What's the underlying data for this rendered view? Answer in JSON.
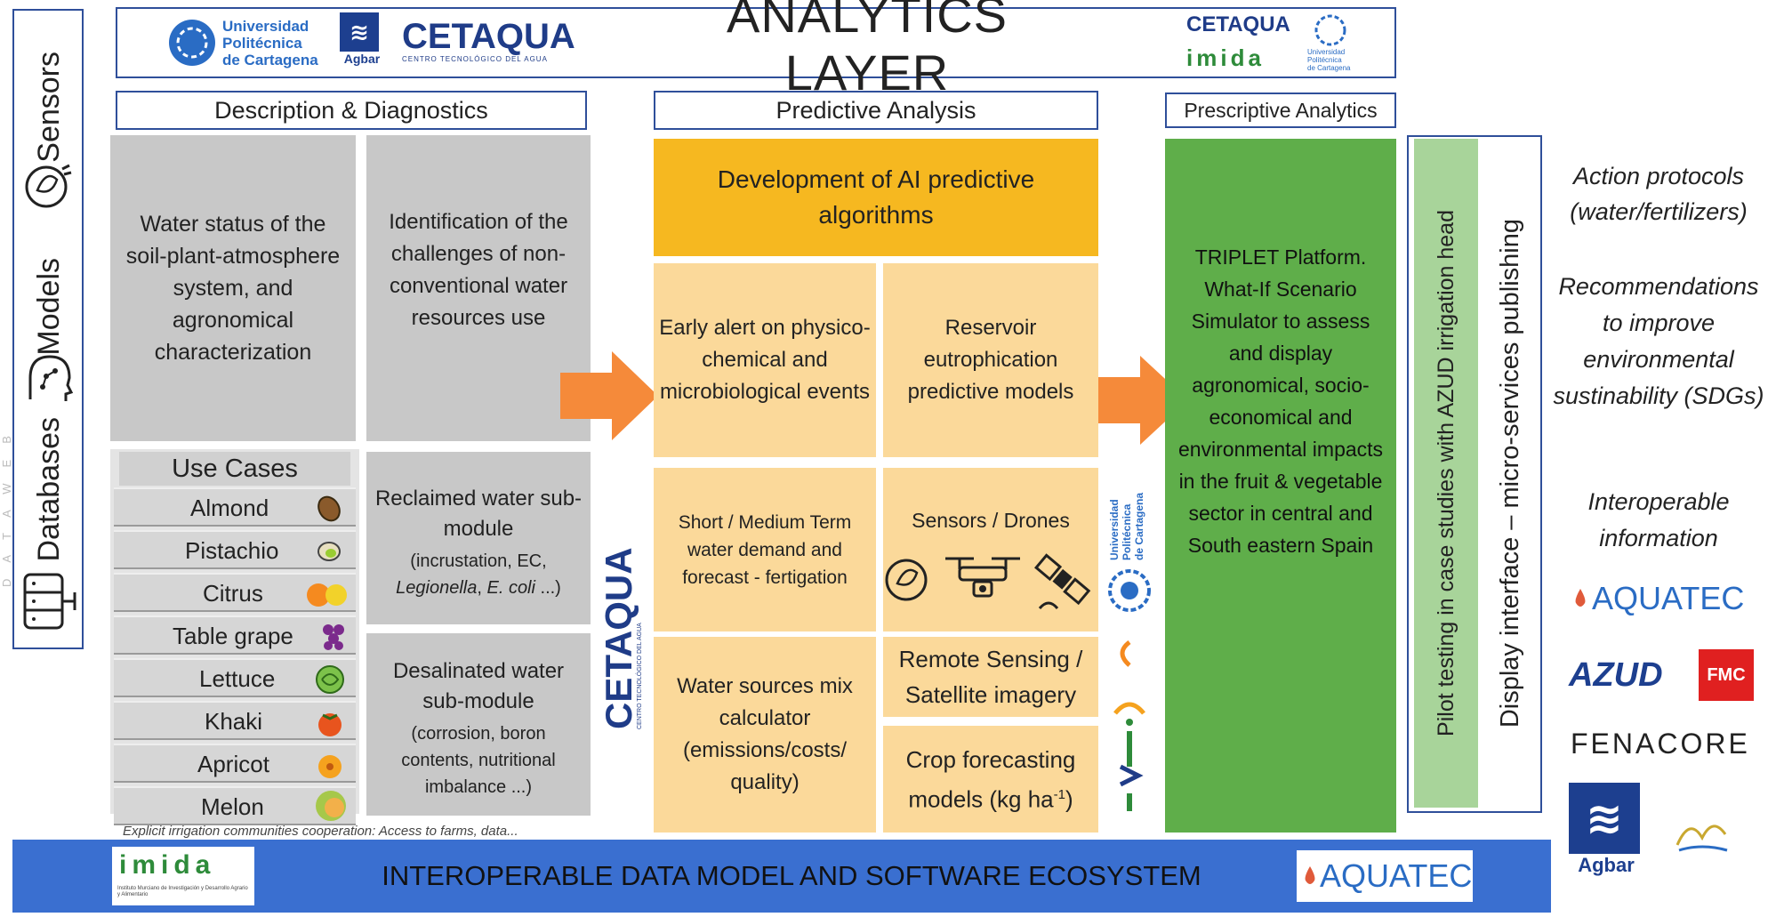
{
  "header": {
    "title": "ANALYTICS LAYER",
    "upct_logo": {
      "line1": "Universidad",
      "line2": "Politécnica",
      "line3": "de Cartagena"
    },
    "agbar_logo_small": "Agbar",
    "cetaqua_logo": {
      "name": "CETAQUA",
      "tagline": "CENTRO TECNOLÓGICO DEL AGUA"
    },
    "right_logos": {
      "cetaqua": "CETAQUA",
      "imida": "imida",
      "upct_line1": "Universidad",
      "upct_line2": "Politécnica",
      "upct_line3": "de Cartagena"
    }
  },
  "left_sidebar": {
    "sensors": "Sensors",
    "models": "Models",
    "databases": "Databases",
    "watermark": "DATAWEB"
  },
  "sections": {
    "description": "Description & Diagnostics",
    "predictive": "Predictive Analysis",
    "prescriptive": "Prescriptive Analytics"
  },
  "description_boxes": {
    "water_status": "Water status of the soil-plant-atmosphere system, and agronomical characterization",
    "challenges": "Identification of the challenges of non-conventional water resources use",
    "reclaimed_title": "Reclaimed water sub-module",
    "reclaimed_detail_1": "(incrustation, EC,",
    "reclaimed_detail_2a": "Legionella",
    "reclaimed_detail_2b": ", ",
    "reclaimed_detail_2c": "E. coli",
    "reclaimed_detail_2d": " ...)",
    "desalinated_title": "Desalinated water sub-module",
    "desalinated_detail": "(corrosion, boron contents, nutritional imbalance ...)"
  },
  "use_cases": {
    "title": "Use Cases",
    "items": [
      {
        "label": "Almond",
        "icon": "almond-icon"
      },
      {
        "label": "Pistachio",
        "icon": "pistachio-icon"
      },
      {
        "label": "Citrus",
        "icon": "citrus-icon"
      },
      {
        "label": "Table grape",
        "icon": "grape-icon"
      },
      {
        "label": "Lettuce",
        "icon": "lettuce-icon"
      },
      {
        "label": "Khaki",
        "icon": "khaki-icon"
      },
      {
        "label": "Apricot",
        "icon": "apricot-icon"
      },
      {
        "label": "Melon",
        "icon": "melon-icon"
      }
    ]
  },
  "footnote": "Explicit irrigation communities cooperation: Access to farms, data...",
  "predictive_boxes": {
    "dev_ai": "Development of AI predictive algorithms",
    "early_alert": "Early alert on physico-chemical and microbiological events",
    "reservoir": "Reservoir eutrophication predictive models",
    "short_medium": "Short / Medium Term water demand and forecast - fertigation",
    "sensors_drones": "Sensors / Drones",
    "remote_sensing": "Remote Sensing / Satellite imagery",
    "water_sources": "Water sources mix calculator (emissions/costs/ quality)",
    "crop_forecast_1": "Crop forecasting",
    "crop_forecast_2": "models (kg ha",
    "crop_forecast_sup": "-1",
    "crop_forecast_3": ")"
  },
  "side_logos": {
    "cetaqua_name": "CETAQUA",
    "cetaqua_tagline": "CENTRO TECNOLÓGICO DEL AGUA",
    "upct_vertical_1": "Universidad",
    "upct_vertical_2": "Politécnica",
    "upct_vertical_3": "de Cartagena"
  },
  "triplet": "TRIPLET Platform. What-If Scenario Simulator to assess and display agronomical, socio-economical and environmental impacts in the fruit & vegetable sector in central and South eastern Spain",
  "pilot": "Pilot testing in case studies with AZUD irrigation head",
  "display": "Display interface – micro-services publishing",
  "outputs": {
    "action": "Action protocols (water/fertilizers)",
    "recommendations": "Recommendations to improve environmental sustinability (SDGs)",
    "interoperable": "Interoperable information"
  },
  "partners": {
    "aquatec": "AQUATEC",
    "azud": "AZUD",
    "fmc": "FMC",
    "fenacore": "FENACORE",
    "agbar": "Agbar"
  },
  "bottom_bar": {
    "text": "INTEROPERABLE DATA MODEL AND SOFTWARE ECOSYSTEM",
    "imida": "imida",
    "imida_caption": "Instituto Murciano de Investigación y Desarrollo Agrario y Alimentario",
    "aquatec": "AQUATEC"
  },
  "colors": {
    "blue_border": "#2f4f9a",
    "gray_box": "#c8c8c8",
    "peach_box": "#fbd99a",
    "orange_header": "#f6b820",
    "arrow": "#f58a3a",
    "green": "#5fae4a",
    "green_light": "#a8d49a",
    "bottom_bar": "#3a6fd0",
    "cetaqua_blue": "#1f3c88",
    "aquatec_blue": "#2a6cc4",
    "azud_blue": "#1d3f8f",
    "fmc_red": "#e02020"
  }
}
